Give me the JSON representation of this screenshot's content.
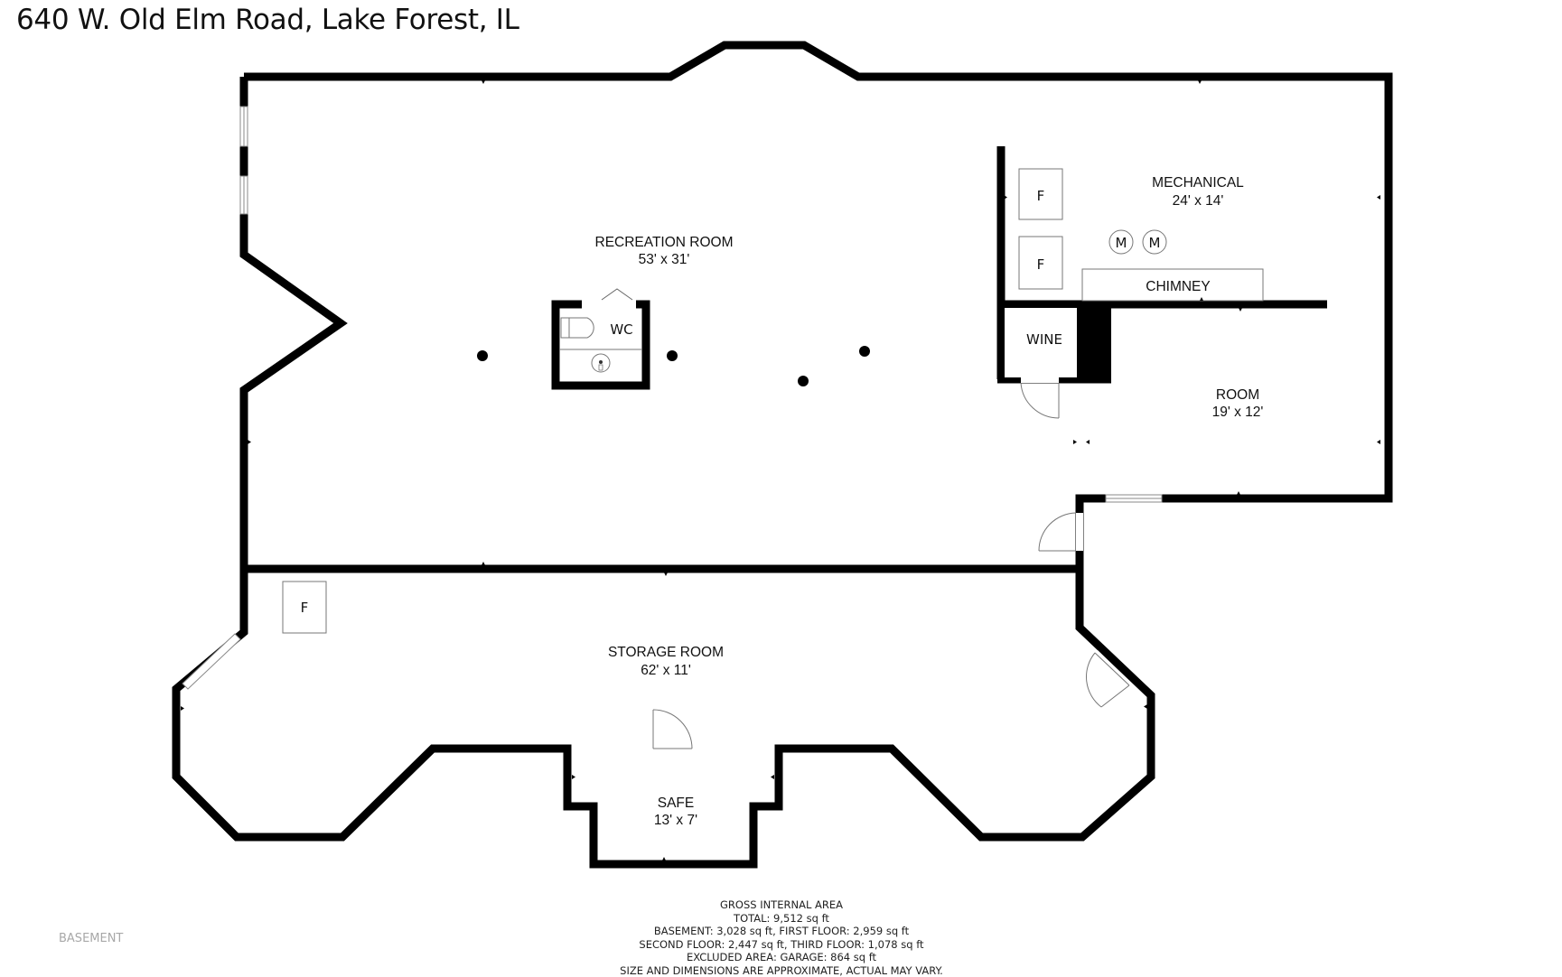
{
  "header": {
    "address": "640 W. Old Elm Road, Lake Forest, IL"
  },
  "floor_label": "BASEMENT",
  "rooms": [
    {
      "name": "RECREATION ROOM",
      "size": "53' x 31'"
    },
    {
      "name": "MECHANICAL",
      "size": "24' x 14'"
    },
    {
      "name": "ROOM",
      "size": "19' x 12'"
    },
    {
      "name": "STORAGE ROOM",
      "size": "62' x 11'"
    },
    {
      "name": "SAFE",
      "size": "13' x 7'"
    },
    {
      "name": "WC"
    },
    {
      "name": "WINE"
    },
    {
      "name": "CHIMNEY"
    }
  ],
  "fixtures": {
    "furnace_label": "F",
    "meter_label": "M"
  },
  "area_summary": {
    "heading": "GROSS INTERNAL AREA",
    "total": "TOTAL: 9,512 sq ft",
    "line1": "BASEMENT: 3,028 sq ft, FIRST FLOOR: 2,959 sq ft",
    "line2": "SECOND FLOOR: 2,447 sq ft, THIRD FLOOR: 1,078 sq ft",
    "excluded": "EXCLUDED AREA: GARAGE: 864 sq ft",
    "disclaimer": "SIZE AND DIMENSIONS ARE APPROXIMATE, ACTUAL MAY VARY."
  },
  "colors": {
    "wall": "#000000",
    "fixture_line": "#777777",
    "floor_tag": "#a8a8a8"
  }
}
